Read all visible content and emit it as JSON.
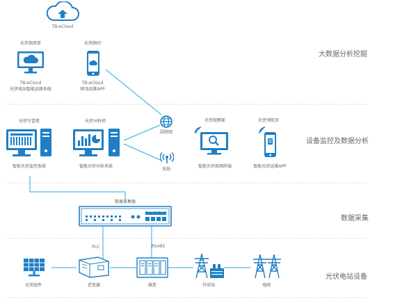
{
  "cloud": {
    "label": "TB-eCloud"
  },
  "layers": [
    {
      "label": "大数据分析挖掘"
    },
    {
      "label": "设备监控及数据分析"
    },
    {
      "label": "数据采集"
    },
    {
      "label": "光伏电站设备"
    }
  ],
  "tier1": {
    "left": {
      "title": "光伏指挥官",
      "line1": "TB-eCloud",
      "line2": "光伏电站智能运维系统"
    },
    "right": {
      "title": "光伏顾问",
      "line1": "TB-eCloud",
      "line2": "移动运营APP"
    }
  },
  "tier2": {
    "monitor": {
      "title": "光伏守望者",
      "caption": "智能光伏监控系统"
    },
    "analyst": {
      "title": "光伏分析师",
      "caption": "智能光伏分析系统"
    },
    "internet": {
      "caption": "因特网"
    },
    "wireless": {
      "caption": "无线"
    },
    "inspector": {
      "title": "光伏观察家",
      "caption": "智能光伏观测终端"
    },
    "patrol": {
      "title": "光伏领航员",
      "caption": "智能光伏运维APP"
    }
  },
  "tier3": {
    "collector": {
      "title": "数据采集器",
      "brand": "TBEA SMART"
    },
    "plc": "PLC",
    "rs485": "RS485"
  },
  "tier4": {
    "pv_module": "光伏组件",
    "inverter": "逆变器",
    "combiner": "箱变",
    "substation": "升压站",
    "grid": "电网"
  },
  "colors": {
    "blue": "#1e7fc4",
    "line": "#29a8e0",
    "dash": "#c8c8c8"
  }
}
